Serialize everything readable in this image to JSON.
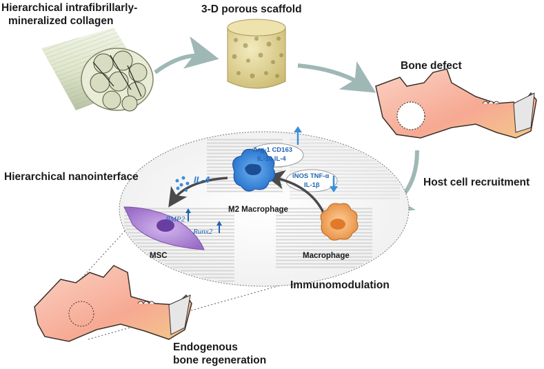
{
  "labels": {
    "collagen": "Hierarchical intrafibrillarly-",
    "collagen_line2": "mineralized collagen",
    "scaffold": "3-D porous scaffold",
    "bone_defect": "Bone defect",
    "host_cell": "Host cell recruitment",
    "nanointerface": "Hierarchical nanointerface",
    "immunomodulation": "Immunomodulation",
    "endogenous": "Endogenous",
    "endogenous_line2": "bone regeneration",
    "m2_macrophage": "M2 Macrophage",
    "macrophage": "Macrophage",
    "msc": "MSC",
    "il4_secreted": "IL-4",
    "m2_markers_line1": "Arg-1  CD163",
    "m2_markers_line2": "IL-10  IL-4",
    "m1_markers_line1": "iNOS  TNF-α",
    "m1_markers_line2": "IL-1β",
    "gene_bmp2": "BMP2",
    "gene_runx2": "Runx2"
  },
  "colors": {
    "arrow_teal": "#9fb8b5",
    "arrow_dark": "#4a4a4a",
    "marker_blue": "#1f64b4",
    "up_arrow_blue": "#3a8fd9",
    "m2_cell": "#2f7fd6",
    "macrophage_cell": "#f0a35a",
    "msc_cell": "#a77fd0",
    "bone_pink": "#f7b8a8",
    "scaffold": "#e0d49a"
  },
  "icons": [
    "collagen-fibril-bundle",
    "porous-scaffold-cylinder",
    "jaw-bone",
    "cell"
  ]
}
